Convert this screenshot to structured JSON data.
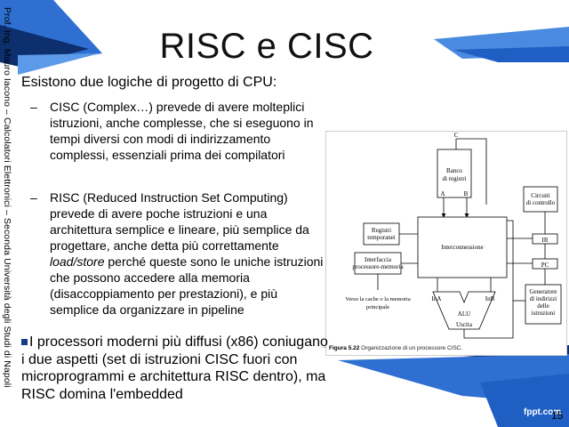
{
  "slide": {
    "side_credit": "Prof. Ing. Mauro Iacono – Calcolatori Elettronici – Seconda Università degli Studi di Napoli",
    "title": "RISC e CISC",
    "intro": "Esistono due logiche di progetto di CPU:",
    "bullets": [
      {
        "text": "CISC (Complex…) prevede di avere molteplici istruzioni, anche complesse, che si eseguono in tempi diversi con modi di indirizzamento complessi, essenziali prima dei compilatori"
      },
      {
        "text_before": "RISC (Reduced Instruction Set Computing) prevede di avere poche istruzioni e una architettura semplice e lineare, più semplice da progettare, anche detta più correttamente ",
        "text_em": "load/store",
        "text_after": " perché queste sono le uniche istruzioni che possono accedere alla memoria (disaccoppiamento per prestazioni), e più semplice da organizzare in pipeline"
      }
    ],
    "second_point": "I processori moderni più diffusi (x86) coniugano i due aspetti (set di istruzioni CISC fuori con microprogrammi e architettura RISC dentro), ma RISC domina l'embedded",
    "brand": "fppt.com",
    "page_number": "15"
  },
  "figure": {
    "caption_label": "Figura 5.22",
    "caption_text": "Organizzazione di un processore CISC.",
    "labels": {
      "c": "C",
      "bank_line1": "Banco",
      "bank_line2": "di registri",
      "a": "A",
      "b": "B",
      "control_line1": "Circuiti",
      "control_line2": "di controllo",
      "temp_line1": "Registri",
      "temp_line2": "temporanei",
      "interconnect": "Interconnessione",
      "ir": "IR",
      "mem_line1": "Interfaccia",
      "mem_line2": "processore-memoria",
      "pc": "PC",
      "cache_line1": "Verso la cache o la memoria",
      "cache_line2": "principale",
      "ina": "InA",
      "inb": "InB",
      "alu": "ALU",
      "out": "Uscita",
      "gen_line1": "Generatore",
      "gen_line2": "di indirizzi",
      "gen_line3": "delle",
      "gen_line4": "istruzioni"
    }
  },
  "colors": {
    "accent_blue": "#1f5fc4",
    "dark_blue": "#0d2f6e",
    "light_blue": "#4a8ae0"
  }
}
